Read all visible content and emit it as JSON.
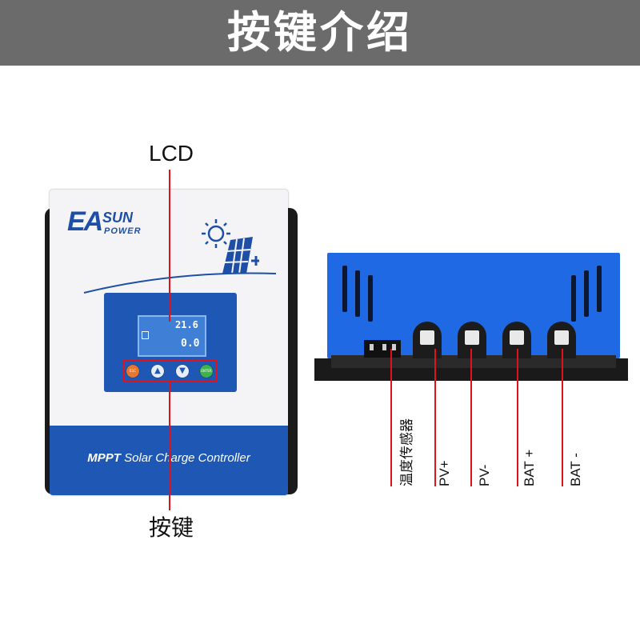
{
  "header": {
    "title": "按键介绍"
  },
  "front": {
    "lcd_label": "LCD",
    "keys_label": "按键",
    "brand_ea": "EA",
    "brand_sun": "SUN",
    "brand_power": "POWER",
    "product_bold": "MPPT",
    "product_rest": " Solar Charge Controller",
    "lcd_value_top": "21.6",
    "lcd_value_bottom": "0.0",
    "keys": {
      "esc": "ESC",
      "up": "▲",
      "down": "▼",
      "enter": "ENTER"
    }
  },
  "side": {
    "terminals": [
      {
        "label": "温度传感器"
      },
      {
        "label": "PV+"
      },
      {
        "label": "PV-"
      },
      {
        "label": "BAT +"
      },
      {
        "label": "BAT -"
      }
    ]
  },
  "colors": {
    "header_bg": "#6b6b6b",
    "brand_blue": "#1e58b4",
    "case_blue": "#1f6ae4",
    "callout_red": "#e0131a"
  }
}
